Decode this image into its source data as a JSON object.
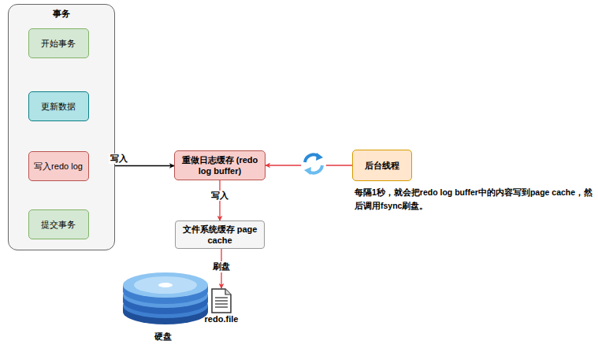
{
  "diagram": {
    "nodes": [
      {
        "text": [
          "事务"
        ]
      },
      {
        "text": [
          "开始事务"
        ],
        "in": 0
      },
      {
        "text": [
          "更新数据"
        ],
        "in": 0
      },
      {
        "text": [
          "写入redo log"
        ],
        "in": 0
      },
      {
        "text": [
          "提交事务"
        ],
        "in": 0
      },
      {
        "text": [
          "重做日志缓存 (redo log buffer)"
        ]
      },
      {
        "text": [
          "文件系统缓存 page cache"
        ]
      },
      {
        "text": [
          "后台线程"
        ]
      },
      {
        "text": [
          "redo.file"
        ]
      }
    ],
    "edges": [
      {
        "from": 1,
        "to": 2,
        "arrow": "to"
      },
      {
        "from": 2,
        "to": 3,
        "arrow": "to"
      },
      {
        "from": 3,
        "to": 4,
        "arrow": "to"
      },
      {
        "from": 3,
        "to": 5,
        "label": "写入",
        "arrow": "to"
      },
      {
        "from": 5,
        "to": 6,
        "label": "写入",
        "arrow": "to"
      },
      {
        "from": 6,
        "to": 8,
        "label": "刷盘",
        "arrow": "to"
      },
      {
        "from": 7,
        "to": 5,
        "arrow": "to"
      }
    ],
    "labels": [
      "每隔1秒，就会把redo log buffer中的内容写到page cache，然后调用fsync刷盘。",
      "硬盘"
    ]
  }
}
